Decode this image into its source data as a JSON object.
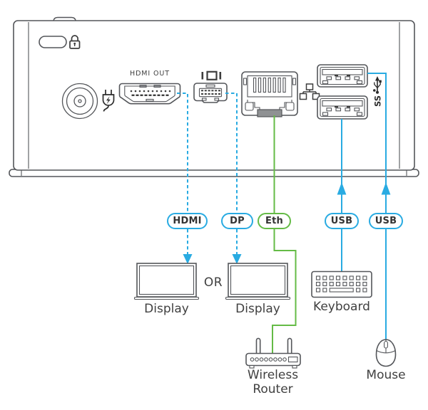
{
  "colors": {
    "cable_cyan": "#29ABE2",
    "cable_green": "#64BB46",
    "outline_gray": "#54565A",
    "text_gray": "#404040"
  },
  "panel": {
    "hdmi_out_label": "HDMI OUT",
    "icons": [
      "lock-icon",
      "power-jack",
      "power-plug-icon",
      "hdmi-port",
      "mini-dp-icon",
      "mini-displayport",
      "ethernet-port",
      "network-icon",
      "usb-port",
      "usb-port",
      "ss-usb-icon"
    ]
  },
  "connections": [
    {
      "label": "HDMI",
      "style": "dashed",
      "color": "#29ABE2",
      "target": "Display"
    },
    {
      "label": "DP",
      "style": "dashed",
      "color": "#29ABE2",
      "target": "Display"
    },
    {
      "label": "Eth",
      "style": "solid",
      "color": "#64BB46",
      "target": "Wireless Router"
    },
    {
      "label": "USB",
      "style": "solid",
      "color": "#29ABE2",
      "target": "Keyboard"
    },
    {
      "label": "USB",
      "style": "solid",
      "color": "#29ABE2",
      "target": "Mouse"
    }
  ],
  "peripherals": {
    "display1": "Display",
    "or_label": "OR",
    "display2": "Display",
    "keyboard": "Keyboard",
    "router": "Wireless Router",
    "mouse": "Mouse"
  }
}
